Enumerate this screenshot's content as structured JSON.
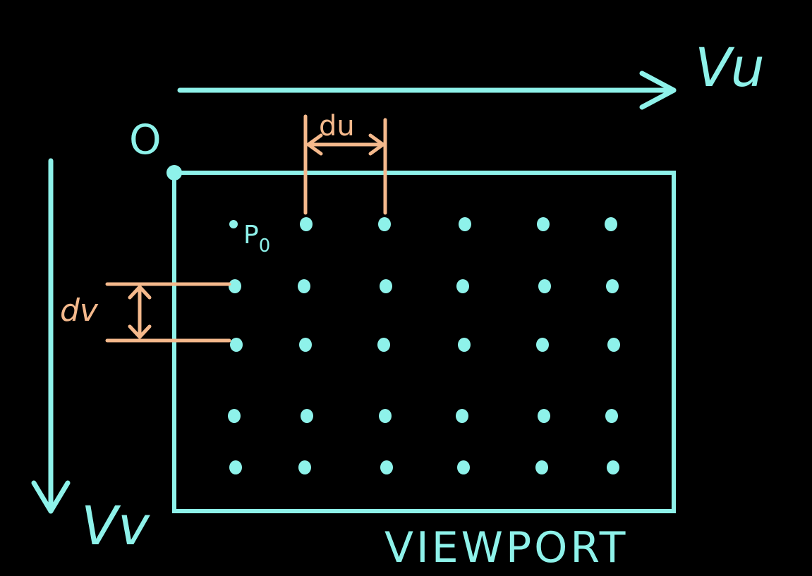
{
  "labels": {
    "vu": "Vu",
    "vv": "Vv",
    "origin": "O",
    "p0": "P0",
    "du": "du",
    "dv": "dv",
    "viewport": "VIEWPORT"
  },
  "colors": {
    "background": "#000000",
    "primary": "#8ef2ea",
    "measure": "#f5b98c"
  },
  "grid": {
    "rows": 5,
    "cols": 6
  }
}
